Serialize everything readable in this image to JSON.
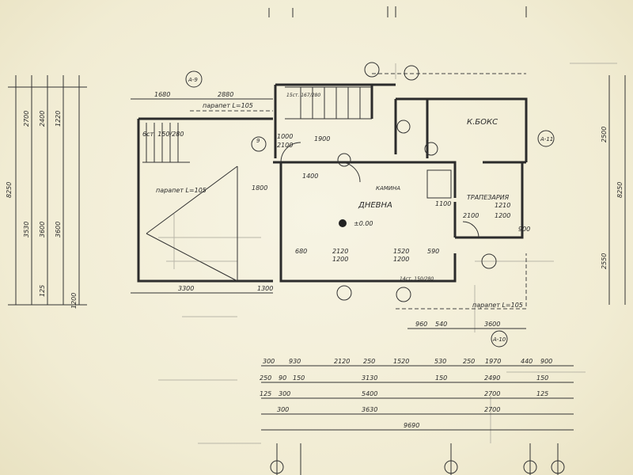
{
  "rooms": {
    "living": "ДНЕВНА",
    "fireplace": "КАМИНА",
    "dining": "ТРАПЕЗАРИЯ",
    "box": "К.БОКС"
  },
  "notes": {
    "parapet_top": "парапет L=105",
    "parapet_left": "парапет L=105",
    "parapet_right": "парапет L=105",
    "stairs_left": "6ст. 150/280",
    "stairs_inner": "15ст. 167/280",
    "stairs_bottom": "14ст. 150/280",
    "level": "±0.00"
  },
  "axes": {
    "a9": "A-9",
    "a10": "A-10",
    "a11": "A-11",
    "c9": "9"
  },
  "dims_top": [
    "1680",
    "2880"
  ],
  "dims_plan": [
    "1400",
    "1800",
    "1900",
    "680",
    "2120",
    "1200",
    "1520",
    "1200",
    "590",
    "1100",
    "1210",
    "1200",
    "2100",
    "900",
    "1000",
    "2100"
  ],
  "dims_below": [
    "3300",
    "1300",
    "960",
    "540",
    "3600"
  ],
  "dims_left": [
    "8250",
    "2700",
    "3530",
    "1200",
    "2400",
    "3600",
    "125",
    "1220",
    "3600"
  ],
  "dims_right": [
    "8250",
    "2500",
    "2550"
  ],
  "chain_1": [
    "300",
    "930",
    "2120",
    "250",
    "1520",
    "530",
    "250",
    "1970",
    "440",
    "900"
  ],
  "chain_2": [
    "250",
    "90",
    "150",
    "3130",
    "150",
    "2490",
    "150"
  ],
  "chain_3": [
    "125",
    "300",
    "5400",
    "2700",
    "125"
  ],
  "chain_4": [
    "300",
    "3630",
    "2700"
  ],
  "chain_5": [
    "9690"
  ]
}
